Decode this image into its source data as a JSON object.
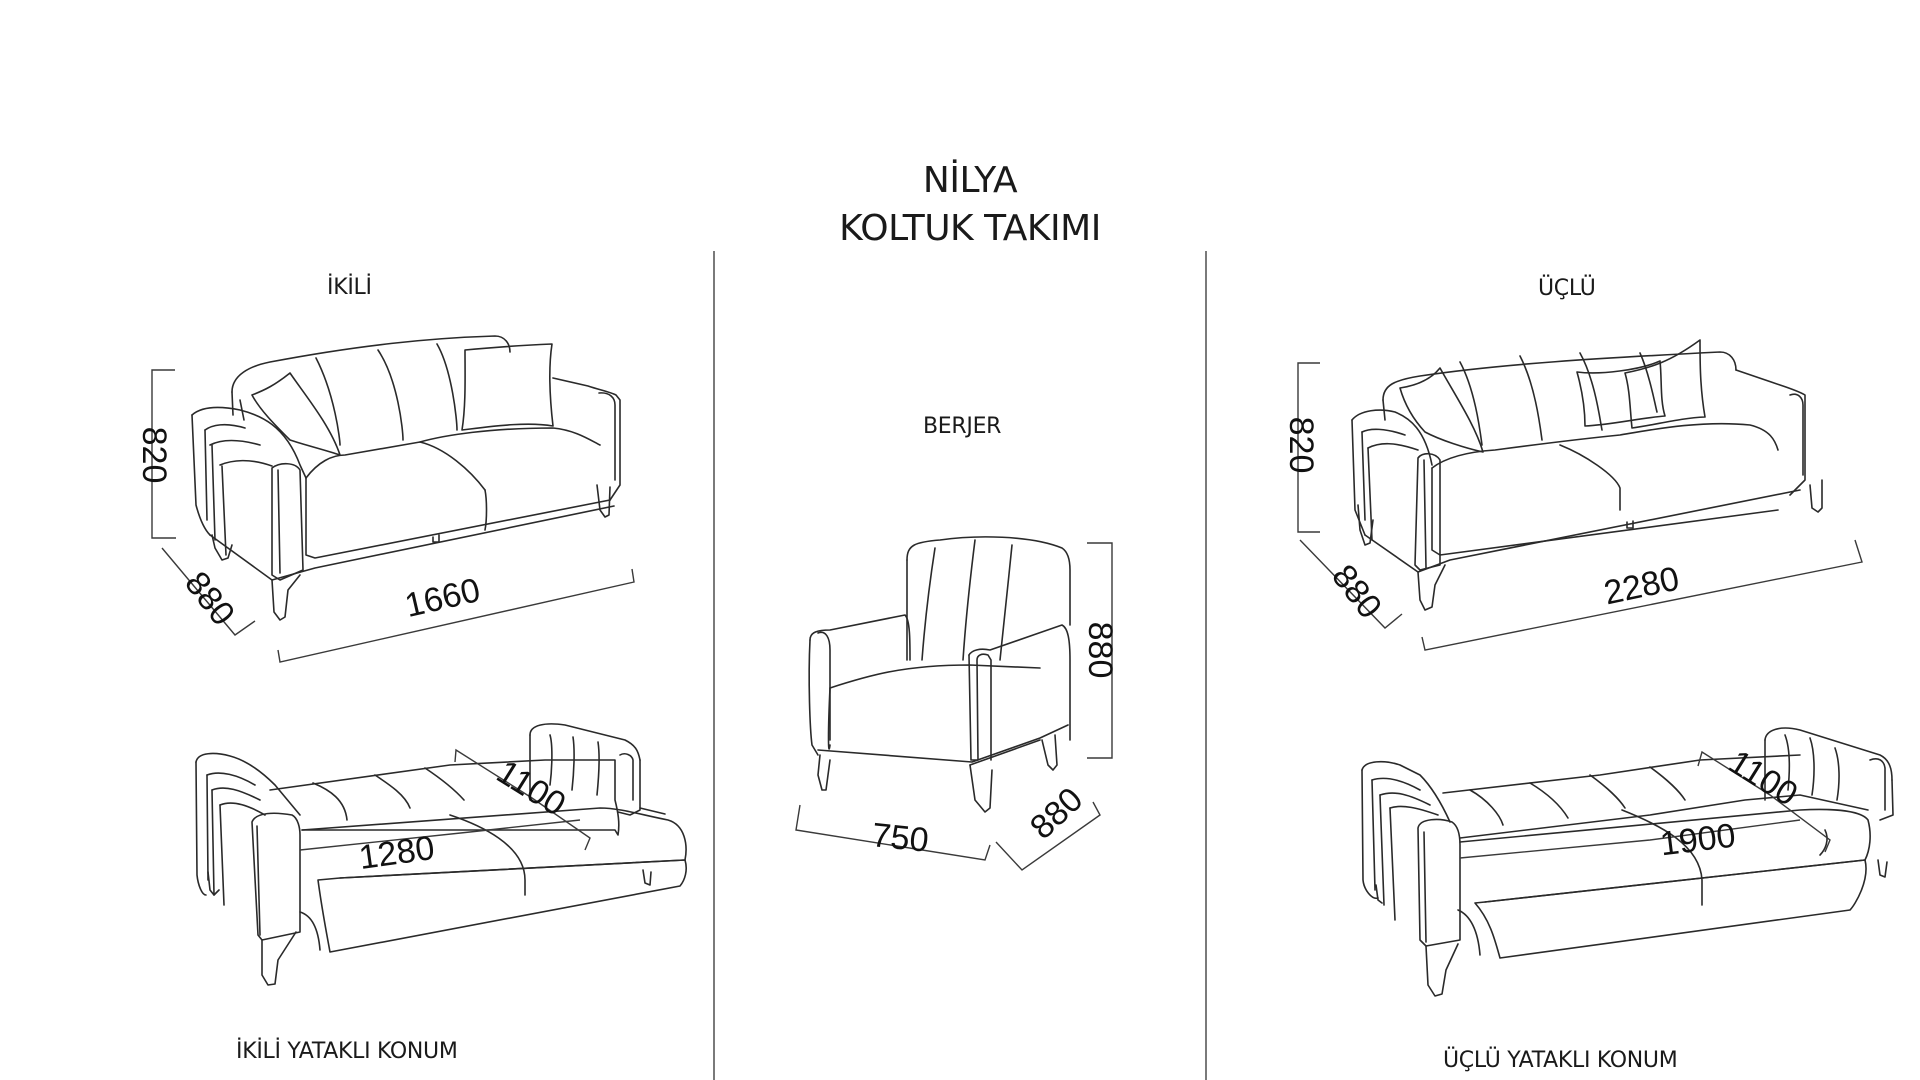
{
  "title": {
    "line1": "NİLYA",
    "line2": "KOLTUK TAKIMI"
  },
  "sections": {
    "ikili": {
      "label": "İKİLİ",
      "dimensions": {
        "height": "820",
        "depth": "880",
        "width": "1660"
      }
    },
    "ikili_bed": {
      "label": "İKİLİ YATAKLI KONUM",
      "dimensions": {
        "bed_width": "1100",
        "bed_length": "1280"
      }
    },
    "berjer": {
      "label": "BERJER",
      "dimensions": {
        "height": "880",
        "depth": "880",
        "width": "750"
      }
    },
    "uclu": {
      "label": "ÜÇLÜ",
      "dimensions": {
        "height": "820",
        "depth": "880",
        "width": "2280"
      }
    },
    "uclu_bed": {
      "label": "ÜÇLÜ YATAKLI KONUM",
      "dimensions": {
        "bed_width": "1100",
        "bed_length": "1900"
      }
    }
  },
  "colors": {
    "background": "#ffffff",
    "line": "#2a2a2a",
    "divider": "#7a7a7a",
    "text": "#1a1a1a"
  }
}
